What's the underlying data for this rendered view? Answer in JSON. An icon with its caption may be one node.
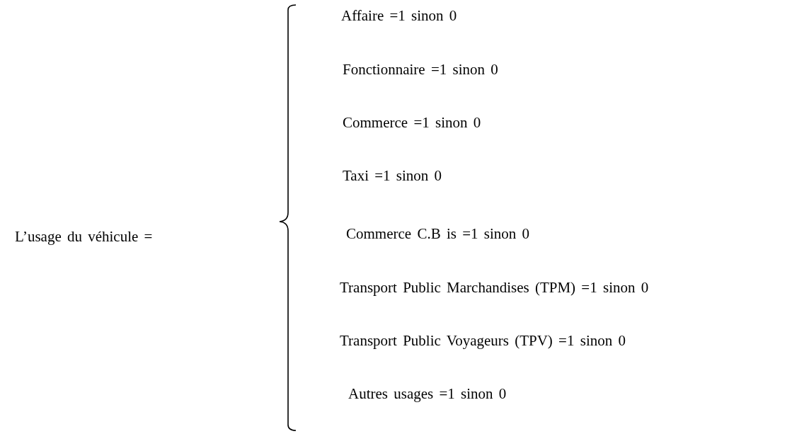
{
  "diagram": {
    "labels": [
      "L’usage du véhicule =",
      "Affaire =1 sinon 0",
      "Fonctionnaire =1 sinon 0",
      "Commerce =1 sinon 0",
      "Taxi =1 sinon 0",
      "Commerce C.B is =1 sinon 0",
      "Transport Public Marchandises (TPM) =1 sinon 0",
      "Transport Public Voyageurs (TPV) =1 sinon 0",
      "Autres usages =1 sinon 0"
    ]
  }
}
